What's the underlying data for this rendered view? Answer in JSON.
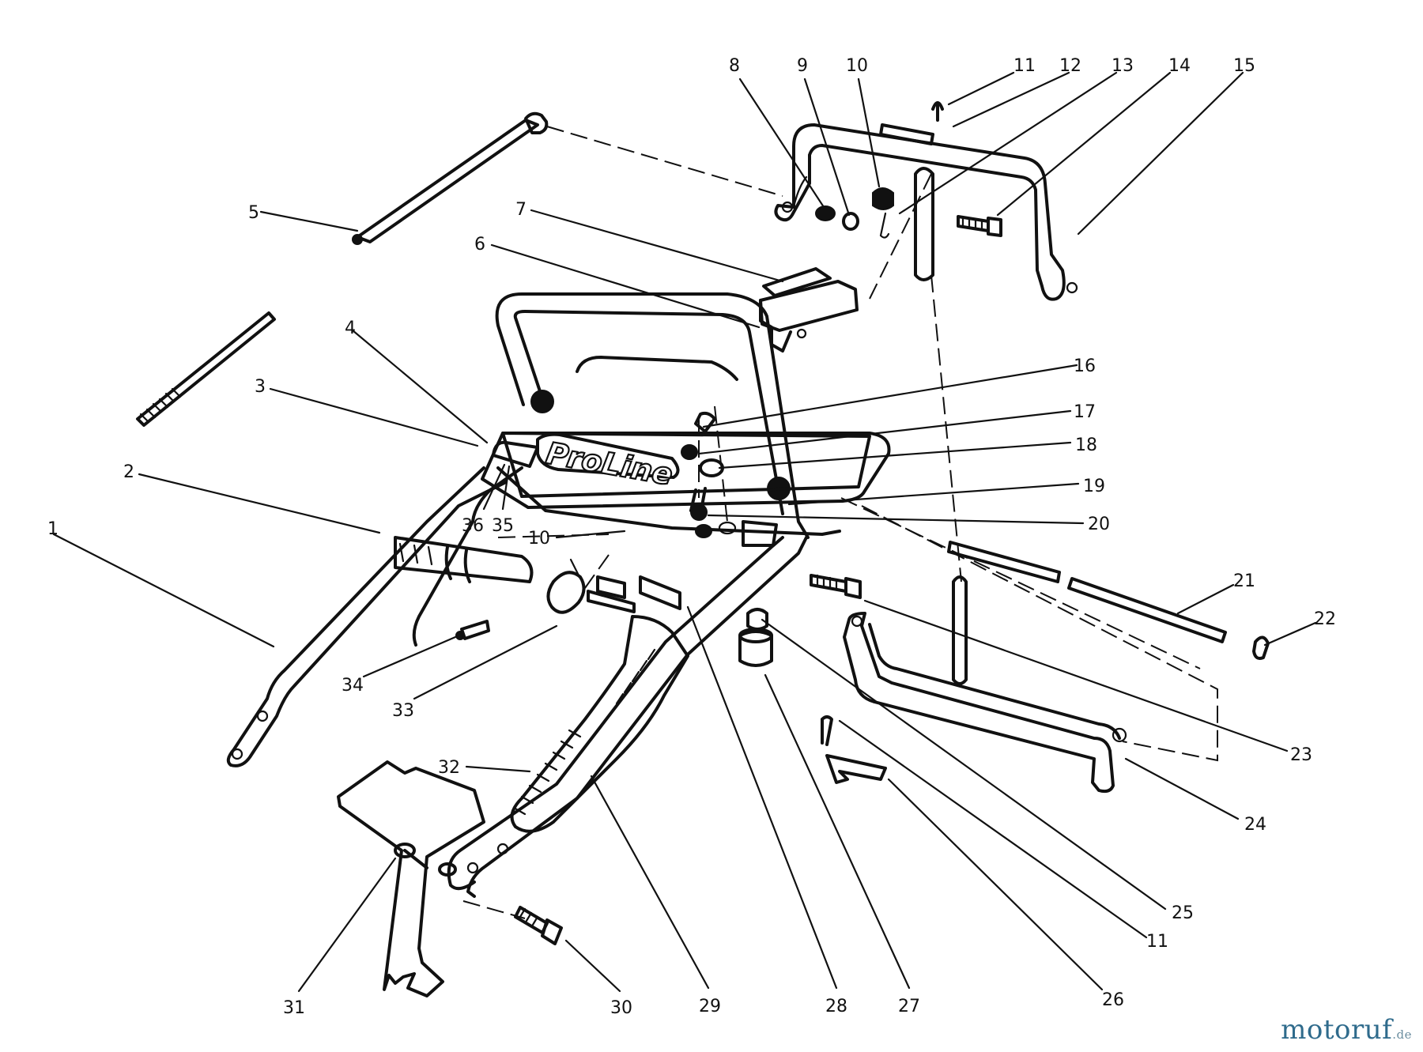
{
  "diagram": {
    "brand_text": "ProLine",
    "callouts": [
      "1",
      "2",
      "3",
      "4",
      "5",
      "6",
      "7",
      "8",
      "9",
      "10",
      "11",
      "12",
      "13",
      "14",
      "15",
      "16",
      "17",
      "18",
      "19",
      "20",
      "21",
      "22",
      "23",
      "24",
      "25",
      "26",
      "27",
      "28",
      "29",
      "30",
      "31",
      "32",
      "33",
      "34",
      "35",
      "36",
      "10",
      "11"
    ]
  },
  "watermark": {
    "name": "motoruf",
    "tld": ".de"
  },
  "colors": {
    "line": "#111111",
    "watermark": "#2f6b8c"
  }
}
